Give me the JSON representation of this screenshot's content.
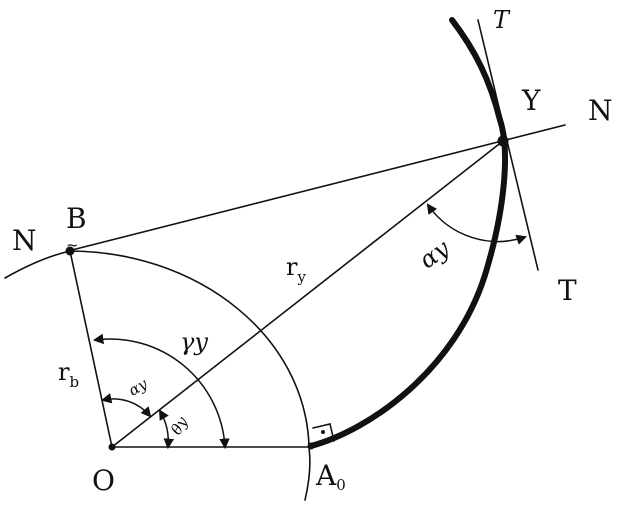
{
  "labels": {
    "n_left": "N",
    "b": "B",
    "b_tilde": "~",
    "n_right": "N",
    "y": "Y",
    "t_top": "T",
    "t_bottom": "T",
    "r_y": "r",
    "r_y_sub": "y",
    "r_b": "r",
    "r_b_sub": "b",
    "o": "O",
    "a_zero": "A",
    "a_zero_sub": "0",
    "alpha_y_right": "αy",
    "alpha_y_center": "αy",
    "gamma_y": "γy",
    "theta_y": "θy"
  }
}
